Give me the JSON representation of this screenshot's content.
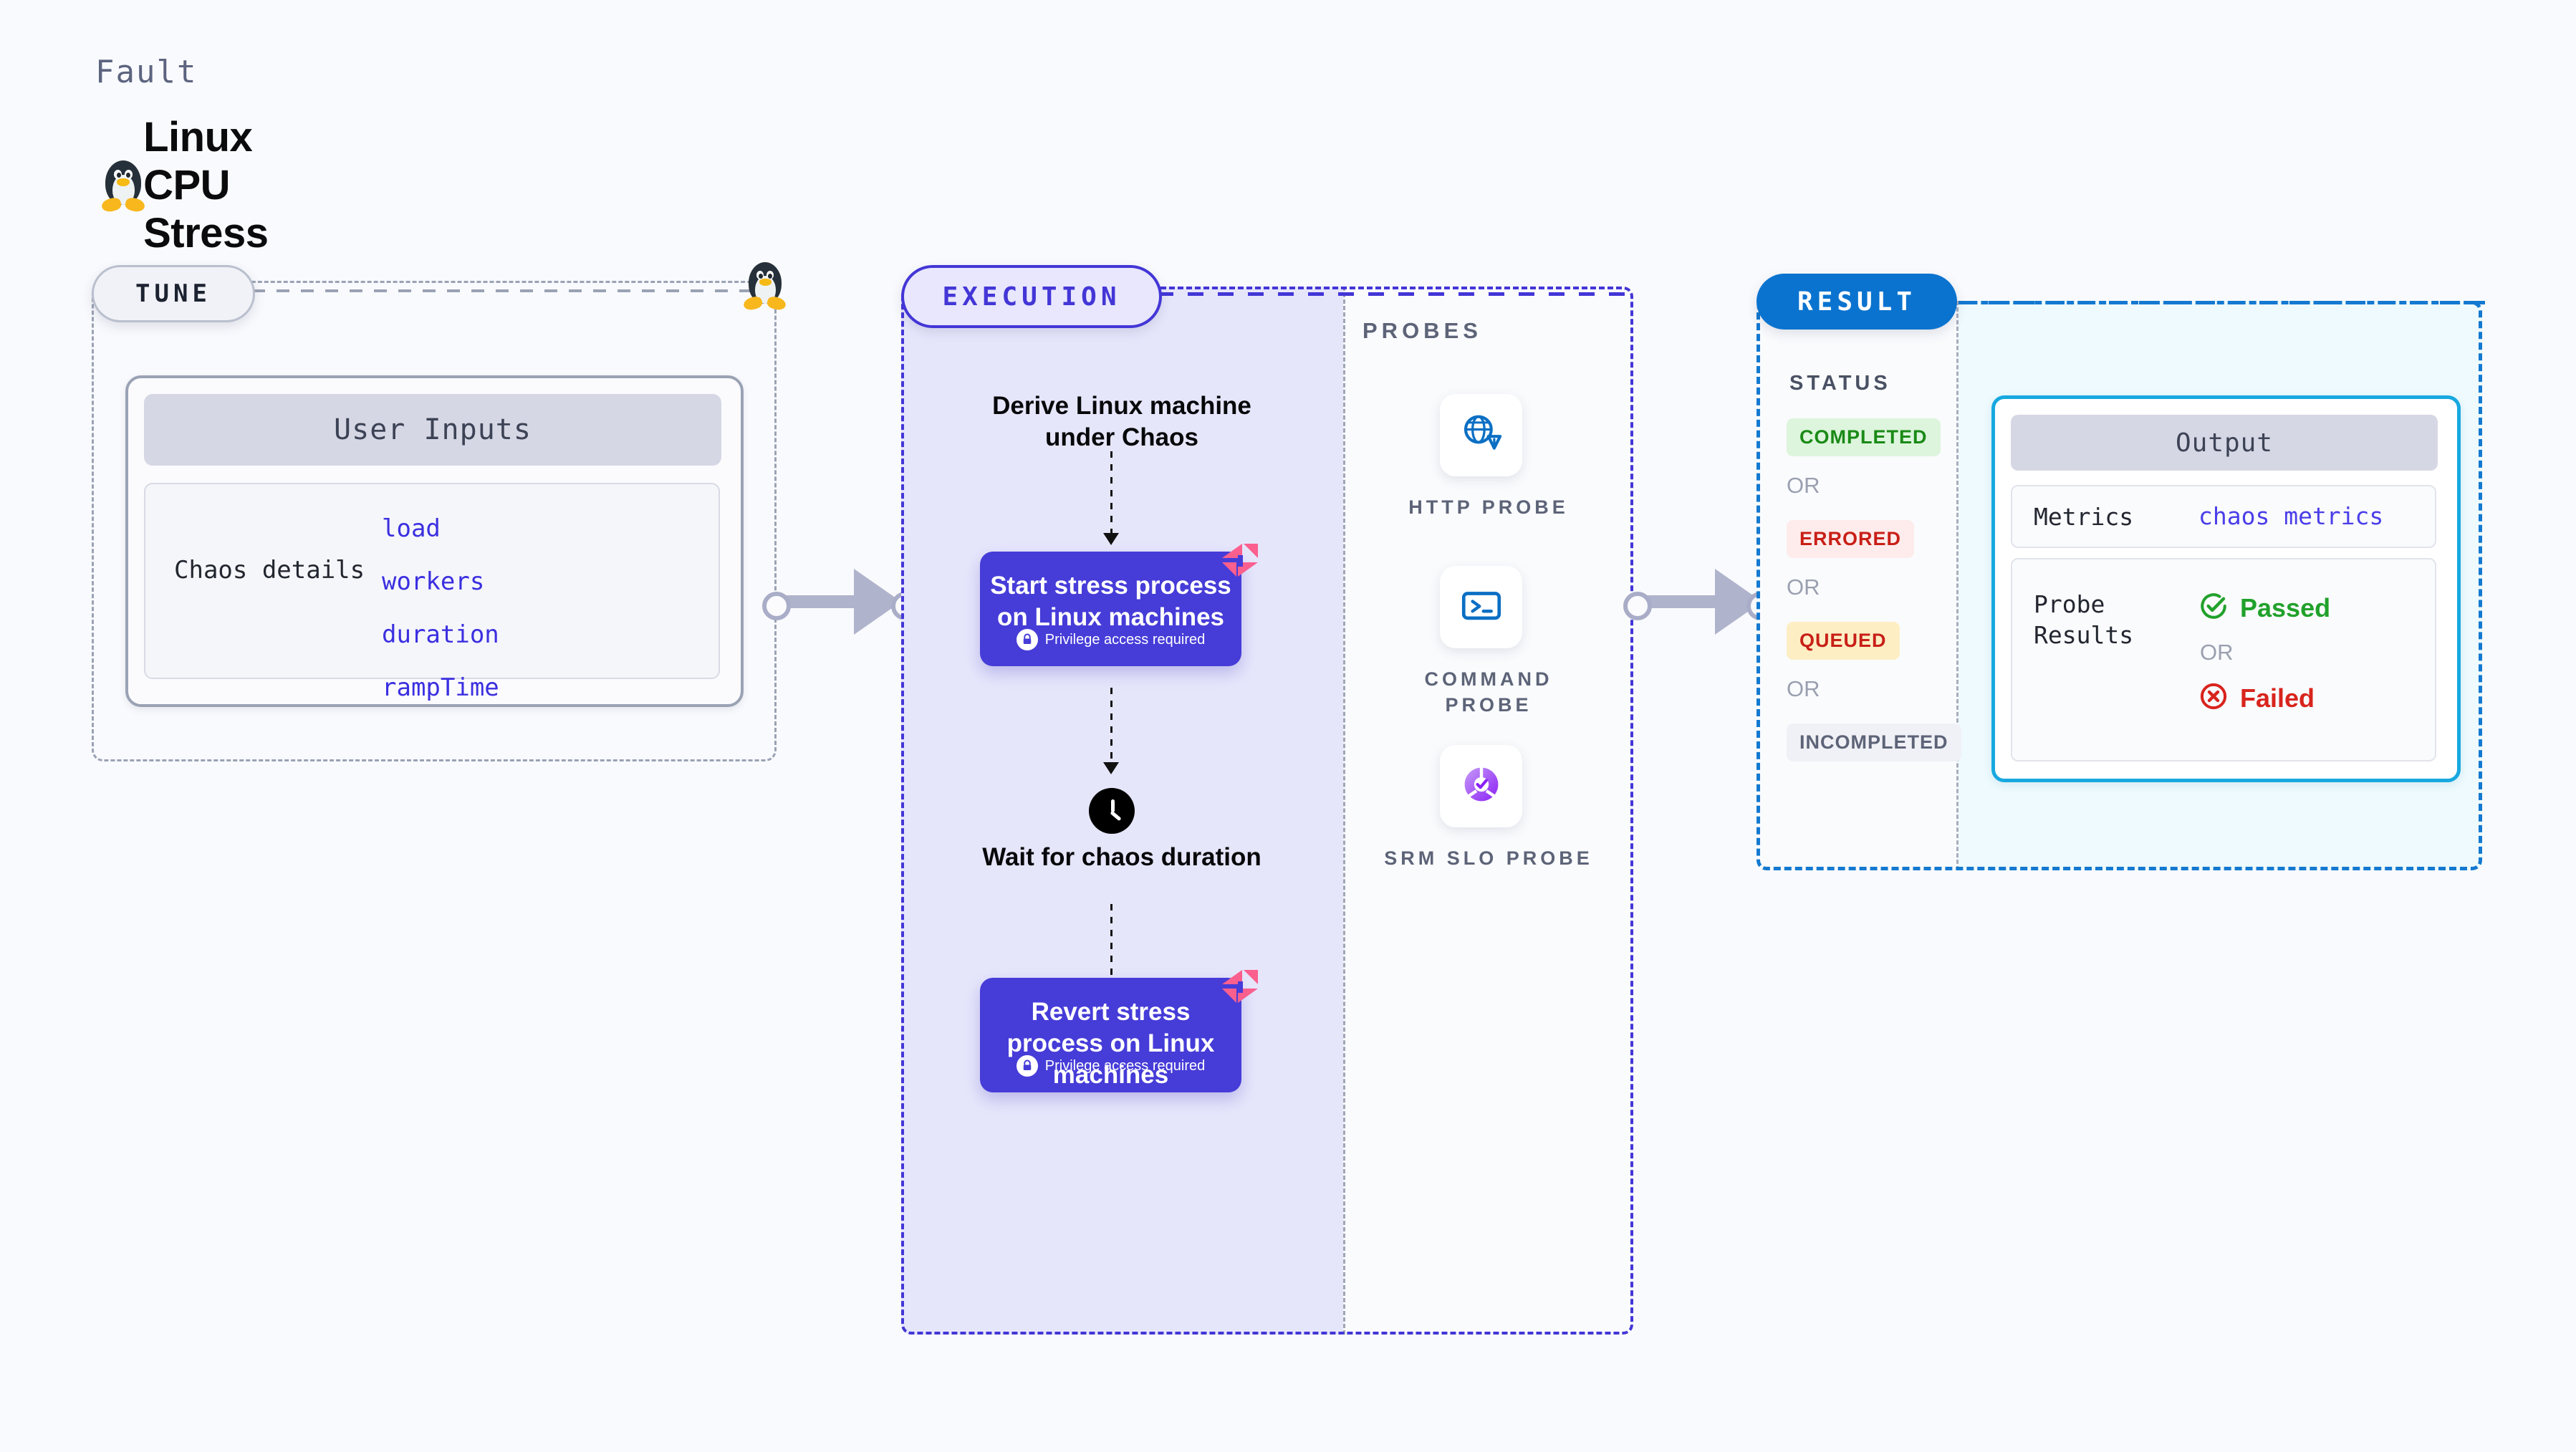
{
  "header": {
    "eyebrow": "Fault",
    "title": "Linux CPU Stress",
    "icon": "linux-penguin-icon"
  },
  "tune": {
    "tag": "TUNE",
    "card": {
      "header": "User Inputs",
      "row_label": "Chaos details",
      "params": [
        "load",
        "workers",
        "duration",
        "rampTime"
      ]
    },
    "icon": "linux-penguin-icon"
  },
  "execution": {
    "tag": "EXECUTION",
    "steps": [
      {
        "type": "text",
        "label": "Derive Linux machine under Chaos"
      },
      {
        "type": "chaos-box",
        "label": "Start stress process on Linux machines",
        "note": "Privilege access required",
        "note_icon": "lock-icon",
        "brand_icon": "harness-logo-icon"
      },
      {
        "type": "wait",
        "label": "Wait for chaos duration",
        "icon": "clock-icon"
      },
      {
        "type": "chaos-box",
        "label": "Revert stress process on Linux machines",
        "note": "Privilege access required",
        "note_icon": "lock-icon",
        "brand_icon": "harness-logo-icon"
      }
    ]
  },
  "probes": {
    "label": "PROBES",
    "items": [
      {
        "label": "HTTP PROBE",
        "icon": "globe-warning-icon"
      },
      {
        "label": "COMMAND PROBE",
        "icon": "terminal-icon"
      },
      {
        "label": "SRM SLO PROBE",
        "icon": "slo-donut-check-icon"
      }
    ]
  },
  "result": {
    "tag": "RESULT",
    "status": {
      "label": "STATUS",
      "or_text": "OR",
      "badges": [
        {
          "text": "COMPLETED",
          "fg": "#1a8a16",
          "bg": "#ddf5dc"
        },
        {
          "text": "ERRORED",
          "fg": "#c81f17",
          "bg": "#fdeceb"
        },
        {
          "text": "QUEUED",
          "fg": "#c81f17",
          "bg": "#fdeec4"
        },
        {
          "text": "INCOMPLETED",
          "fg": "#5d6478",
          "bg": "#f0f1f6"
        }
      ]
    },
    "output": {
      "header": "Output",
      "metrics_key": "Metrics",
      "metrics_value": "chaos metrics",
      "probe_results_key": "Probe Results",
      "or_text": "OR",
      "passed": {
        "text": "Passed",
        "icon": "check-circle-icon",
        "color": "#21a12b"
      },
      "failed": {
        "text": "Failed",
        "icon": "x-circle-icon",
        "color": "#d8241c"
      }
    }
  },
  "colors": {
    "page_bg": "#f9fafd",
    "execution_accent": "#4336d6",
    "execution_fill": "#e6e6fb",
    "result_accent": "#1479d0",
    "output_accent": "#18a8e0",
    "output_fill": "#eefafd",
    "harness_pink": "#fa5f8e",
    "param_blue": "#3b2fe0"
  },
  "connectors": [
    {
      "name": "tune-to-execution"
    },
    {
      "name": "probes-to-result"
    }
  ]
}
